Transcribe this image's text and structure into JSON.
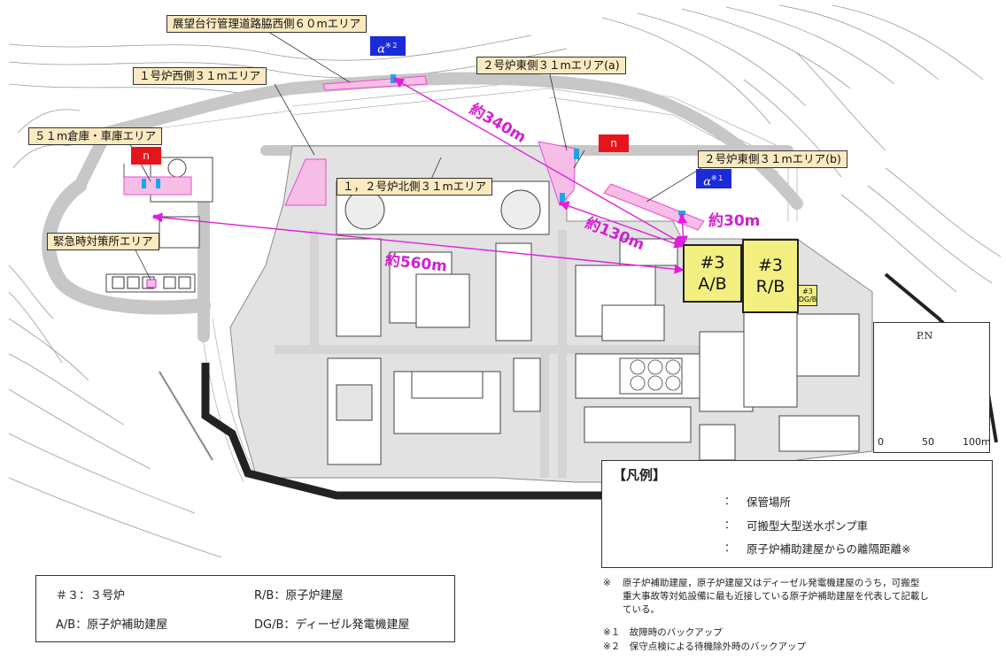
{
  "areas": {
    "west60": "展望台行管理道路脇西側６０mエリア",
    "west31": "１号炉西側３１mエリア",
    "warehouse51": "５１m倉庫・車庫エリア",
    "north31": "１，２号炉北側３１mエリア",
    "emergency": "緊急時対策所エリア",
    "east31a": "２号炉東側３１mエリア(a)",
    "east31b": "２号炉東側３１mエリア(b)"
  },
  "markers": {
    "n_label": "n",
    "alpha_label": "α",
    "alpha2_sup": "※２",
    "alpha1_sup": "※１"
  },
  "distances": {
    "d340": "約340m",
    "d130": "約130m",
    "d30": "約30m",
    "d560": "約560m"
  },
  "buildings": {
    "ab_num": "#3",
    "ab_name": "A/B",
    "rb_num": "#3",
    "rb_name": "R/B",
    "dg_num": "#3",
    "dg_name": "DG/B"
  },
  "scale": {
    "north": "P.N",
    "tick0": "0",
    "tick50": "50",
    "tick100": "100m"
  },
  "legend": {
    "title": "【凡例】",
    "colon": "：",
    "storage": "保管場所",
    "pump": "可搬型大型送水ポンプ車",
    "distance": "原子炉補助建屋からの離隔距離※"
  },
  "abbreviations": {
    "unit3": "＃３：３号炉",
    "rb": "R/B：原子炉建屋",
    "ab": "A/B：原子炉補助建屋",
    "dgb": "DG/B：ディーゼル発電機建屋"
  },
  "notes": {
    "main_mark": "※",
    "main_line1": "原子炉補助建屋，原子炉建屋又はディーゼル発電機建屋のうち，可搬型",
    "main_line2": "重大事故等対処設備に最も近接している原子炉補助建屋を代表して記載し",
    "main_line3": "ている。",
    "note1": "※１　故障時のバックアップ",
    "note2": "※２　保守点検による待機除外時のバックアップ"
  },
  "colors": {
    "storage_pink": "#f6bde6",
    "pump_blue": "#19a6e6",
    "arrow_magenta": "#e01ee0",
    "building_yellow": "#f3ef80",
    "label_tan": "#fbeac0",
    "marker_red": "#e8141c",
    "marker_blue": "#1b2bd8"
  }
}
